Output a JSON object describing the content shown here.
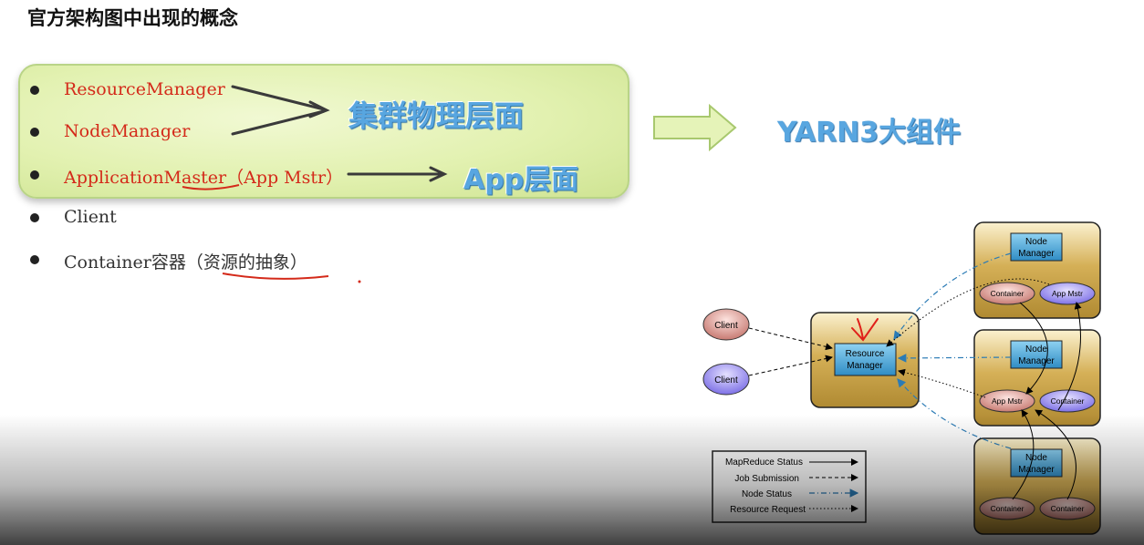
{
  "title": "官方架构图中出现的概念",
  "concepts": [
    {
      "label": "ResourceManager"
    },
    {
      "label": "NodeManager"
    },
    {
      "label": "ApplicationMaster",
      "suffix": "（App Mstr）"
    },
    {
      "label": "Client"
    },
    {
      "label": "Container容器",
      "suffix": "（资源的抽象）"
    }
  ],
  "annotations": {
    "cluster_layer": "集群物理层面",
    "app_layer": "App层面",
    "yarn_components": "YARN3大组件"
  },
  "diagram": {
    "client_label": "Client",
    "resource_manager_label": [
      "Resource",
      "Manager"
    ],
    "node_manager_label": [
      "Node",
      "Manager"
    ],
    "container_label": "Container",
    "app_mstr_label": "App Mstr"
  },
  "legend": {
    "items": [
      {
        "label": "MapReduce Status",
        "style": "solid"
      },
      {
        "label": "Job Submission",
        "style": "dashed"
      },
      {
        "label": "Node Status",
        "style": "dashdot"
      },
      {
        "label": "Resource Request",
        "style": "dotted"
      }
    ]
  },
  "colors": {
    "red_text": "#d42a1a",
    "blue_label": "#58a6e0",
    "green_box": "#e2f1b0",
    "node_box": "#c9a447",
    "manager_blue": "#4aa8d8",
    "container_pink": "#e6a6a0",
    "appmstr_purple": "#9d93f0"
  }
}
